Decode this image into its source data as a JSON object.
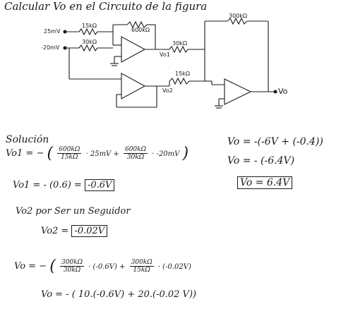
{
  "title": "Calcular Vo en el Circuito de la figura",
  "circuit": {
    "in1": "25mV",
    "in2": "-20mV",
    "r1": "15kΩ",
    "r2": "30kΩ",
    "rf1": "600kΩ",
    "r3": "30kΩ",
    "vo1": "Vo1",
    "vo2": "Vo2",
    "r4": "15kΩ",
    "rf2": "300kΩ",
    "vo": "Vo"
  },
  "solution": {
    "heading": "Solución",
    "vo1_lhs": "Vo1 =",
    "vo1_minus": "−",
    "vo1_f1_num": "600kΩ",
    "vo1_f1_den": "15kΩ",
    "vo1_t1": "· 25mV +",
    "vo1_f2_num": "600kΩ",
    "vo1_f2_den": "30kΩ",
    "vo1_t2": "· -20mV",
    "vo1_step": "Vo1 = - (0.6) =",
    "vo1_result": "-0.6V",
    "vo2_note": "Vo2 por Ser un Seguidor",
    "vo2_lhs": "Vo2 =",
    "vo2_result": "-0.02V",
    "vo_lhs": "Vo =",
    "vo_minus": "−",
    "vo_f1_num": "300kΩ",
    "vo_f1_den": "30kΩ",
    "vo_t1": "· (-0.6V) +",
    "vo_f2_num": "300kΩ",
    "vo_f2_den": "15kΩ",
    "vo_t2": "· (-0.02V)",
    "vo_step": "Vo = - ( 10.(-0.6V) + 20.(-0.02 V))",
    "right_1": "Vo = -(-6V + (-0.4))",
    "right_2": "Vo = - (-6.4V)",
    "right_result": "Vo = 6.4V"
  }
}
